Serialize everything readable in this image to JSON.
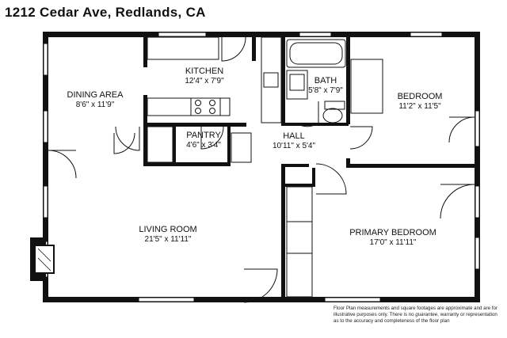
{
  "address": "1212 Cedar Ave, Redlands, CA",
  "rooms": {
    "kitchen": {
      "name": "KITCHEN",
      "dims": "12'4\" x 7'9\""
    },
    "dining": {
      "name": "DINING AREA",
      "dims": "8'6\" x 11'9\""
    },
    "bath": {
      "name": "BATH",
      "dims": "5'8\" x 7'9\""
    },
    "bedroom": {
      "name": "BEDROOM",
      "dims": "11'2\" x 11'5\""
    },
    "pantry": {
      "name": "PANTRY",
      "dims": "4'6\" x 3'4\""
    },
    "hall": {
      "name": "HALL",
      "dims": "10'11\" x 5'4\""
    },
    "living": {
      "name": "LIVING ROOM",
      "dims": "21'5\" x 11'11\""
    },
    "primary_bedroom": {
      "name": "PRIMARY BEDROOM",
      "dims": "17'0\" x 11'11\""
    }
  },
  "disclaimer": {
    "part1": "Floor Plan measurements and square footages are approximate and are for illustrative purposes only. There is no ",
    "italic": "guarantee",
    "part2": ", warranty or representation as to the accuracy and completeness of the floor plan"
  }
}
